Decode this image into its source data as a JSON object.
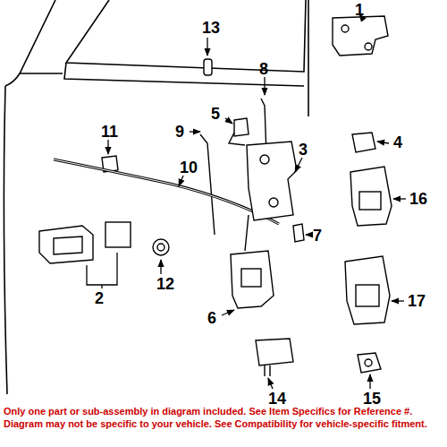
{
  "diagram": {
    "caption": "Only one part or sub-assembly in diagram included. See Item Specifics for Reference #. Diagram may not be specific to your vehicle. See Compatibility for vehicle-specific fitment.",
    "labels": [
      "1",
      "13",
      "8",
      "9",
      "5",
      "11",
      "3",
      "4",
      "16",
      "10",
      "7",
      "12",
      "2",
      "6",
      "17",
      "14",
      "15"
    ]
  }
}
